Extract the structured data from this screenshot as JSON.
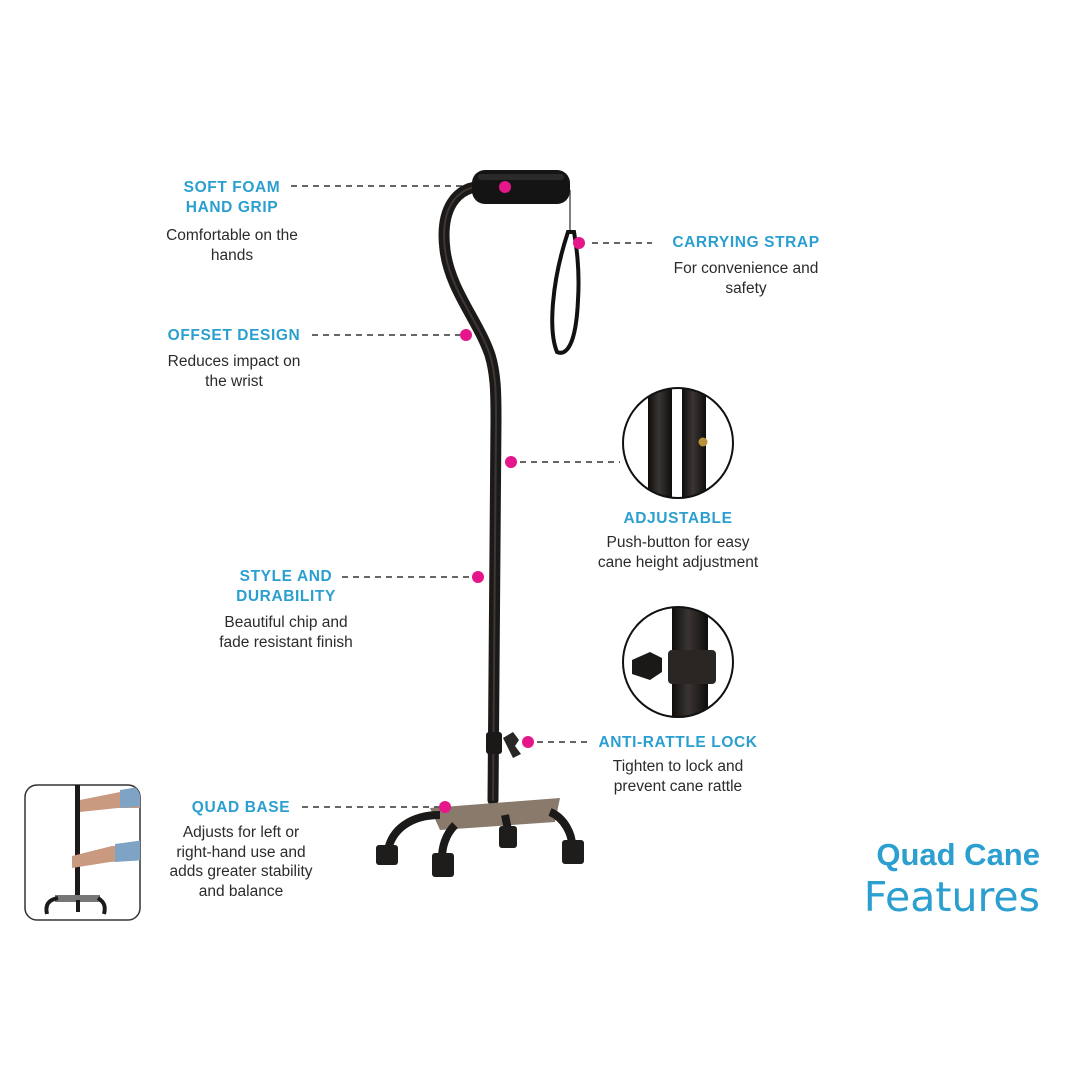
{
  "features": {
    "grip": {
      "title": "SOFT FOAM\nHAND GRIP",
      "desc": "Comfortable on the\nhands"
    },
    "strap": {
      "title": "CARRYING STRAP",
      "desc": "For convenience and\nsafety"
    },
    "offset": {
      "title": "OFFSET DESIGN",
      "desc": "Reduces impact on\nthe wrist"
    },
    "adjustable": {
      "title": "ADJUSTABLE",
      "desc": "Push-button for easy\ncane height adjustment"
    },
    "style": {
      "title": "STYLE AND\nDURABILITY",
      "desc": "Beautiful chip and\nfade resistant finish"
    },
    "lock": {
      "title": "ANTI-RATTLE LOCK",
      "desc": "Tighten to lock and\nprevent cane rattle"
    },
    "base": {
      "title": "QUAD BASE",
      "desc": "Adjusts for left or\nright-hand use and\nadds greater stability\nand balance"
    }
  },
  "headline": {
    "line1": "Quad Cane",
    "line2": "Features"
  },
  "colors": {
    "accent": "#2a9fd0",
    "marker": "#e5158a",
    "cane": "#1c1a19",
    "text": "#2b2b2b"
  }
}
